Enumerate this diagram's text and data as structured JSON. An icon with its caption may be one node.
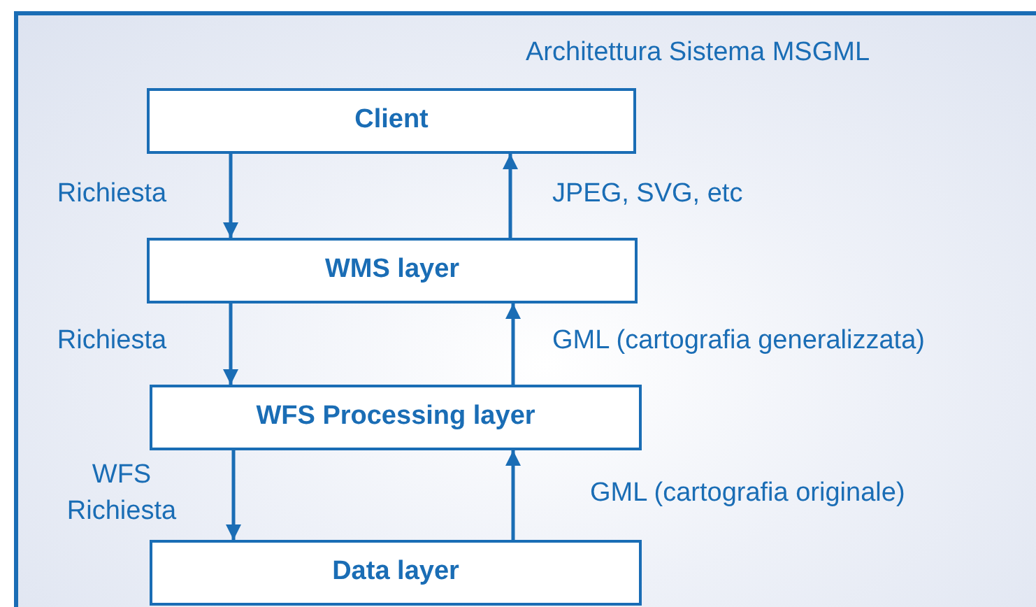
{
  "diagram": {
    "title": "Architettura Sistema MSGML",
    "nodes": [
      {
        "text": [
          "Client"
        ]
      },
      {
        "text": [
          "WMS layer"
        ]
      },
      {
        "text": [
          "WFS Processing layer"
        ]
      },
      {
        "text": [
          "Data layer"
        ]
      }
    ],
    "edges": [
      {
        "from": 0,
        "to": 1,
        "arrow": "to",
        "label": "Richiesta"
      },
      {
        "from": 1,
        "to": 0,
        "arrow": "to",
        "label": "JPEG, SVG, etc"
      },
      {
        "from": 1,
        "to": 2,
        "arrow": "to",
        "label": "Richiesta"
      },
      {
        "from": 2,
        "to": 1,
        "arrow": "to",
        "label": "GML (cartografia generalizzata)"
      },
      {
        "from": 2,
        "to": 3,
        "arrow": "to",
        "label": "WFS Richiesta"
      },
      {
        "from": 3,
        "to": 2,
        "arrow": "to",
        "label": "GML (cartografia originale)"
      }
    ]
  }
}
